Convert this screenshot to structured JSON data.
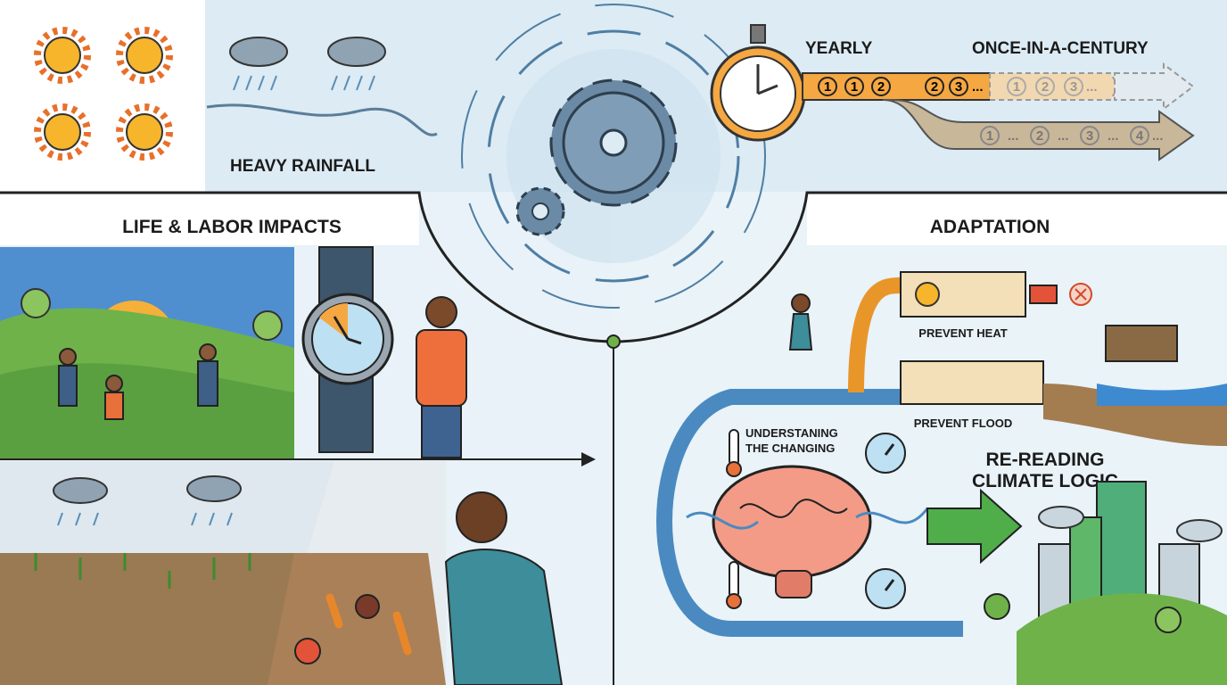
{
  "top": {
    "rain_label": "HEAVY RAINFALL",
    "yearly_label": "YEARLY",
    "century_label": "ONCE-IN-A-CENTURY",
    "yearly_sequence": [
      "1",
      "1",
      "2",
      "2",
      "3",
      "..."
    ],
    "faded_sequence": [
      "1",
      "2",
      "3",
      "..."
    ],
    "lower_sequence": [
      "1",
      "...",
      "2",
      "...",
      "3",
      "...",
      "4",
      "..."
    ]
  },
  "left": {
    "title": "LIFE & LABOR IMPACTS"
  },
  "right": {
    "title": "ADAPTATION",
    "prevent_heat": "PREVENT HEAT",
    "prevent_flood": "PREVENT FLOOD",
    "understanding_line1": "UNDERSTANING",
    "understanding_line2": "THE CHANGING",
    "rereading_line1": "RE-READING",
    "rereading_line2": "CLIMATE LOGIC"
  },
  "colors": {
    "orange": "#f5a742",
    "steel": "#5a7d99",
    "grass": "#6fb24a",
    "soil": "#8a6a45",
    "sky": "#cfe6f3"
  }
}
